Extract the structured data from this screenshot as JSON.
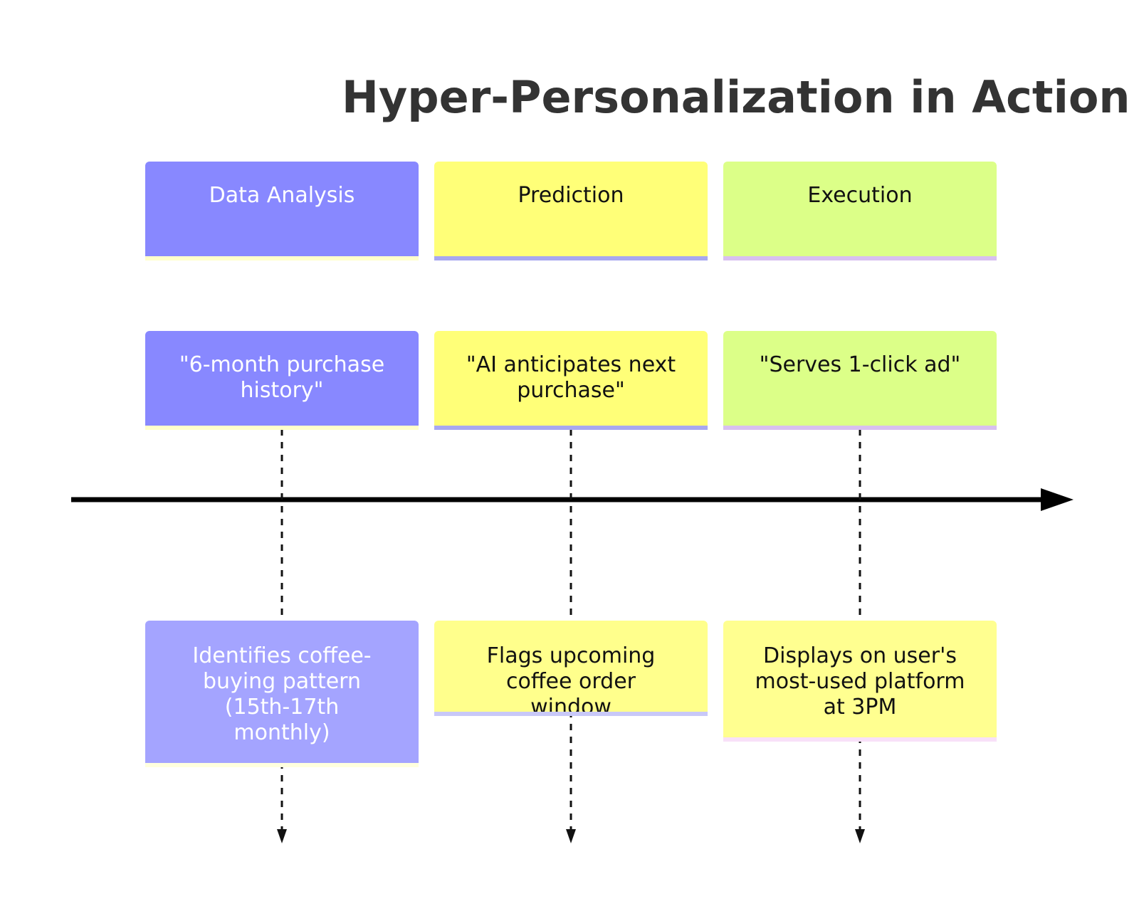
{
  "title": "Hyper-Personalization in Action",
  "sections": [
    {
      "header": "Data Analysis",
      "event": "\"6-month purchase history\"",
      "detail": "Identifies coffee-buying pattern (15th-17th monthly)",
      "colors": {
        "header_bg": "#8888ff",
        "header_text": "#ffffff",
        "header_bar": "#ffffcc",
        "event_bg": "#8888ff",
        "event_text": "#ffffff",
        "event_bar": "#ffffcc",
        "detail_bg": "#a4a4ff",
        "detail_text": "#ffffff",
        "detail_bar": "#ffffde"
      }
    },
    {
      "header": "Prediction",
      "event": "\"AI anticipates next purchase\"",
      "detail": "Flags upcoming coffee order window",
      "colors": {
        "header_bg": "#ffff78",
        "header_text": "#111111",
        "header_bar": "#a8a8f0",
        "event_bg": "#ffff78",
        "event_text": "#111111",
        "event_bar": "#a8a8f0",
        "detail_bg": "#ffff8c",
        "detail_text": "#111111",
        "detail_bar": "#c8c8f8"
      }
    },
    {
      "header": "Execution",
      "event": "\"Serves 1-click ad\"",
      "detail": "Displays on user's most-used platform at 3PM",
      "colors": {
        "header_bg": "#dcff88",
        "header_text": "#111111",
        "header_bar": "#d8c0f0",
        "event_bg": "#dcff88",
        "event_text": "#111111",
        "event_bar": "#d8c0f0",
        "detail_bg": "#ffff90",
        "detail_text": "#111111",
        "detail_bar": "#f8e0f8"
      }
    }
  ],
  "colors": {
    "timeline": "#000000",
    "connector": "#111111",
    "title": "#333333"
  }
}
